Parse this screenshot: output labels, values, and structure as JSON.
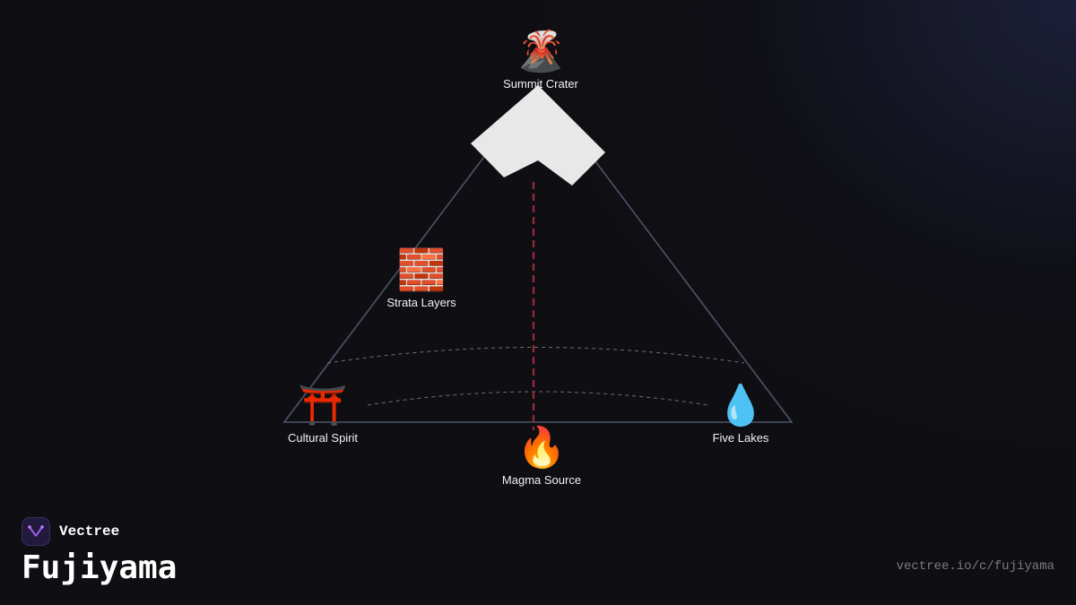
{
  "page": {
    "title": "Fujiyama",
    "brand": "Vectree",
    "url": "vectree.io/c/fujiyama"
  },
  "nodes": {
    "summit": {
      "label": "Summit Crater",
      "icon": "volcano-icon",
      "glyph": "🌋"
    },
    "strata": {
      "label": "Strata Layers",
      "icon": "brick-icon",
      "glyph": "🧱"
    },
    "cultural": {
      "label": "Cultural Spirit",
      "icon": "torii-gate-icon",
      "glyph": "⛩️"
    },
    "lakes": {
      "label": "Five Lakes",
      "icon": "water-drop-icon",
      "glyph": "💧"
    },
    "magma": {
      "label": "Magma Source",
      "icon": "fire-icon",
      "glyph": "🔥"
    }
  },
  "colors": {
    "background": "#0f0f13",
    "mountain_outline": "#4a5566",
    "snow_cap": "#e8e8e8",
    "magma_line": "#9b2a36",
    "contour": "#6b6f78",
    "brand_accent": "#9b5de5"
  }
}
